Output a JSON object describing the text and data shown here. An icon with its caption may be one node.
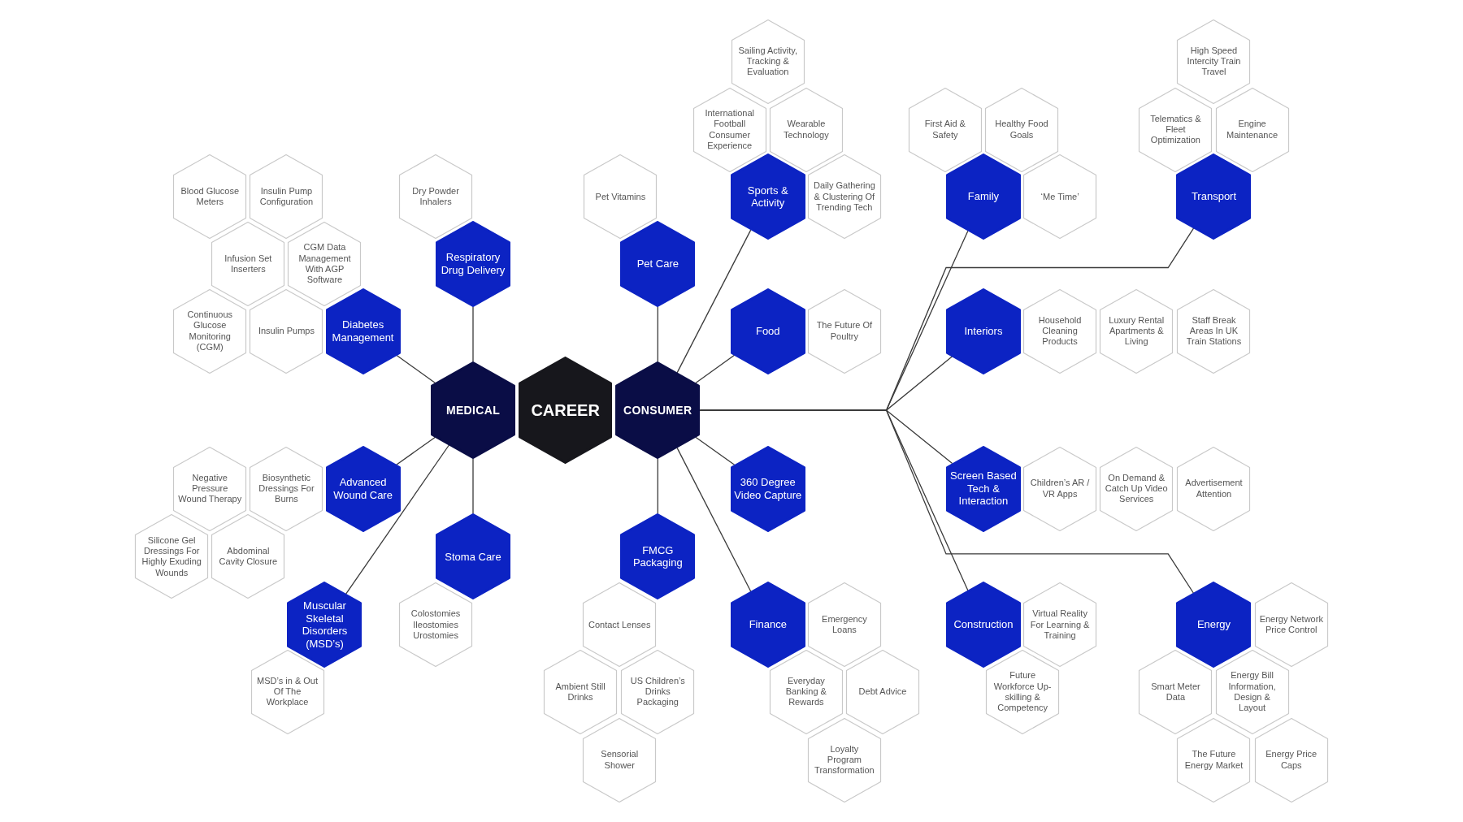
{
  "diagram": {
    "nodes": [
      {
        "text": [
          "CAREER"
        ]
      },
      {
        "text": [
          "MEDICAL"
        ]
      },
      {
        "text": [
          "CONSUMER"
        ]
      },
      {
        "text": [
          "Respiratory Drug Delivery"
        ]
      },
      {
        "text": [
          "Dry Powder Inhalers"
        ]
      },
      {
        "text": [
          "Diabetes Management"
        ]
      },
      {
        "text": [
          "Blood Glucose Meters"
        ]
      },
      {
        "text": [
          "Insulin Pump Configuration"
        ]
      },
      {
        "text": [
          "Infusion Set Inserters"
        ]
      },
      {
        "text": [
          "CGM Data Management With AGP Software"
        ]
      },
      {
        "text": [
          "Continuous Glucose Monitoring (CGM)"
        ]
      },
      {
        "text": [
          "Insulin Pumps"
        ]
      },
      {
        "text": [
          "Advanced Wound Care"
        ]
      },
      {
        "text": [
          "Negative Pressure Wound Therapy"
        ]
      },
      {
        "text": [
          "Biosynthetic Dressings For Burns"
        ]
      },
      {
        "text": [
          "Silicone Gel Dressings For Highly Exuding Wounds"
        ]
      },
      {
        "text": [
          "Abdominal Cavity Closure"
        ]
      },
      {
        "text": [
          "Stoma Care"
        ]
      },
      {
        "text": [
          "Colostomies Ileostomies Urostomies"
        ]
      },
      {
        "text": [
          "Muscular Skeletal Disorders (MSD’s)"
        ]
      },
      {
        "text": [
          "MSD’s in & Out Of The Workplace"
        ]
      },
      {
        "text": [
          "Pet Care"
        ]
      },
      {
        "text": [
          "Pet Vitamins"
        ]
      },
      {
        "text": [
          "Sports & Activity"
        ]
      },
      {
        "text": [
          "Sailing Activity, Tracking & Evaluation"
        ]
      },
      {
        "text": [
          "International Football Consumer Experience"
        ]
      },
      {
        "text": [
          "Wearable Technology"
        ]
      },
      {
        "text": [
          "Daily Gathering & Clustering Of Trending Tech"
        ]
      },
      {
        "text": [
          "Food"
        ]
      },
      {
        "text": [
          "The Future Of Poultry"
        ]
      },
      {
        "text": [
          "360 Degree Video Capture"
        ]
      },
      {
        "text": [
          "FMCG Packaging"
        ]
      },
      {
        "text": [
          "Contact Lenses"
        ]
      },
      {
        "text": [
          "Ambient Still Drinks"
        ]
      },
      {
        "text": [
          "US Children’s Drinks Packaging"
        ]
      },
      {
        "text": [
          "Sensorial Shower"
        ]
      },
      {
        "text": [
          "Finance"
        ]
      },
      {
        "text": [
          "Emergency Loans"
        ]
      },
      {
        "text": [
          "Everyday Banking & Rewards"
        ]
      },
      {
        "text": [
          "Debt Advice"
        ]
      },
      {
        "text": [
          "Loyalty Program Transformation"
        ]
      },
      {
        "text": [
          "Family"
        ]
      },
      {
        "text": [
          "First Aid & Safety"
        ]
      },
      {
        "text": [
          "Healthy Food Goals"
        ]
      },
      {
        "text": [
          "‘Me Time’"
        ]
      },
      {
        "text": [
          "Transport"
        ]
      },
      {
        "text": [
          "High Speed Intercity Train Travel"
        ]
      },
      {
        "text": [
          "Telematics & Fleet Optimization"
        ]
      },
      {
        "text": [
          "Engine Maintenance"
        ]
      },
      {
        "text": [
          "Interiors"
        ]
      },
      {
        "text": [
          "Household Cleaning Products"
        ]
      },
      {
        "text": [
          "Luxury Rental Apartments & Living"
        ]
      },
      {
        "text": [
          "Staff Break Areas In UK Train Stations"
        ]
      },
      {
        "text": [
          "Screen Based Tech & Interaction"
        ]
      },
      {
        "text": [
          "Children’s AR / VR Apps"
        ]
      },
      {
        "text": [
          "On Demand & Catch Up Video Services"
        ]
      },
      {
        "text": [
          "Advertisement Attention"
        ]
      },
      {
        "text": [
          "Construction"
        ]
      },
      {
        "text": [
          "Virtual Reality For Learning & Training"
        ]
      },
      {
        "text": [
          "Future Workforce Up-skilling & Competency"
        ]
      },
      {
        "text": [
          "Energy"
        ]
      },
      {
        "text": [
          "Energy Network Price Control"
        ]
      },
      {
        "text": [
          "Smart Meter Data"
        ]
      },
      {
        "text": [
          "Energy Bill Information, Design & Layout"
        ]
      },
      {
        "text": [
          "The Future Energy Market"
        ]
      },
      {
        "text": [
          "Energy Price Caps"
        ]
      }
    ],
    "edges": [
      {
        "from": 1,
        "to": 3,
        "arrow": "none"
      },
      {
        "from": 1,
        "to": 5,
        "arrow": "none"
      },
      {
        "from": 1,
        "to": 12,
        "arrow": "none"
      },
      {
        "from": 1,
        "to": 17,
        "arrow": "none"
      },
      {
        "from": 1,
        "to": 19,
        "arrow": "none"
      },
      {
        "from": 2,
        "to": 21,
        "arrow": "none"
      },
      {
        "from": 2,
        "to": 23,
        "arrow": "none"
      },
      {
        "from": 2,
        "to": 28,
        "arrow": "none"
      },
      {
        "from": 2,
        "to": 30,
        "arrow": "none"
      },
      {
        "from": 2,
        "to": 31,
        "arrow": "none"
      },
      {
        "from": 2,
        "to": 36,
        "arrow": "none"
      },
      {
        "from": 2,
        "to": 41,
        "arrow": "none"
      },
      {
        "from": 2,
        "to": 45,
        "arrow": "none"
      },
      {
        "from": 2,
        "to": 49,
        "arrow": "none"
      },
      {
        "from": 2,
        "to": 53,
        "arrow": "none"
      },
      {
        "from": 2,
        "to": 57,
        "arrow": "none"
      },
      {
        "from": 2,
        "to": 60,
        "arrow": "none"
      }
    ]
  }
}
